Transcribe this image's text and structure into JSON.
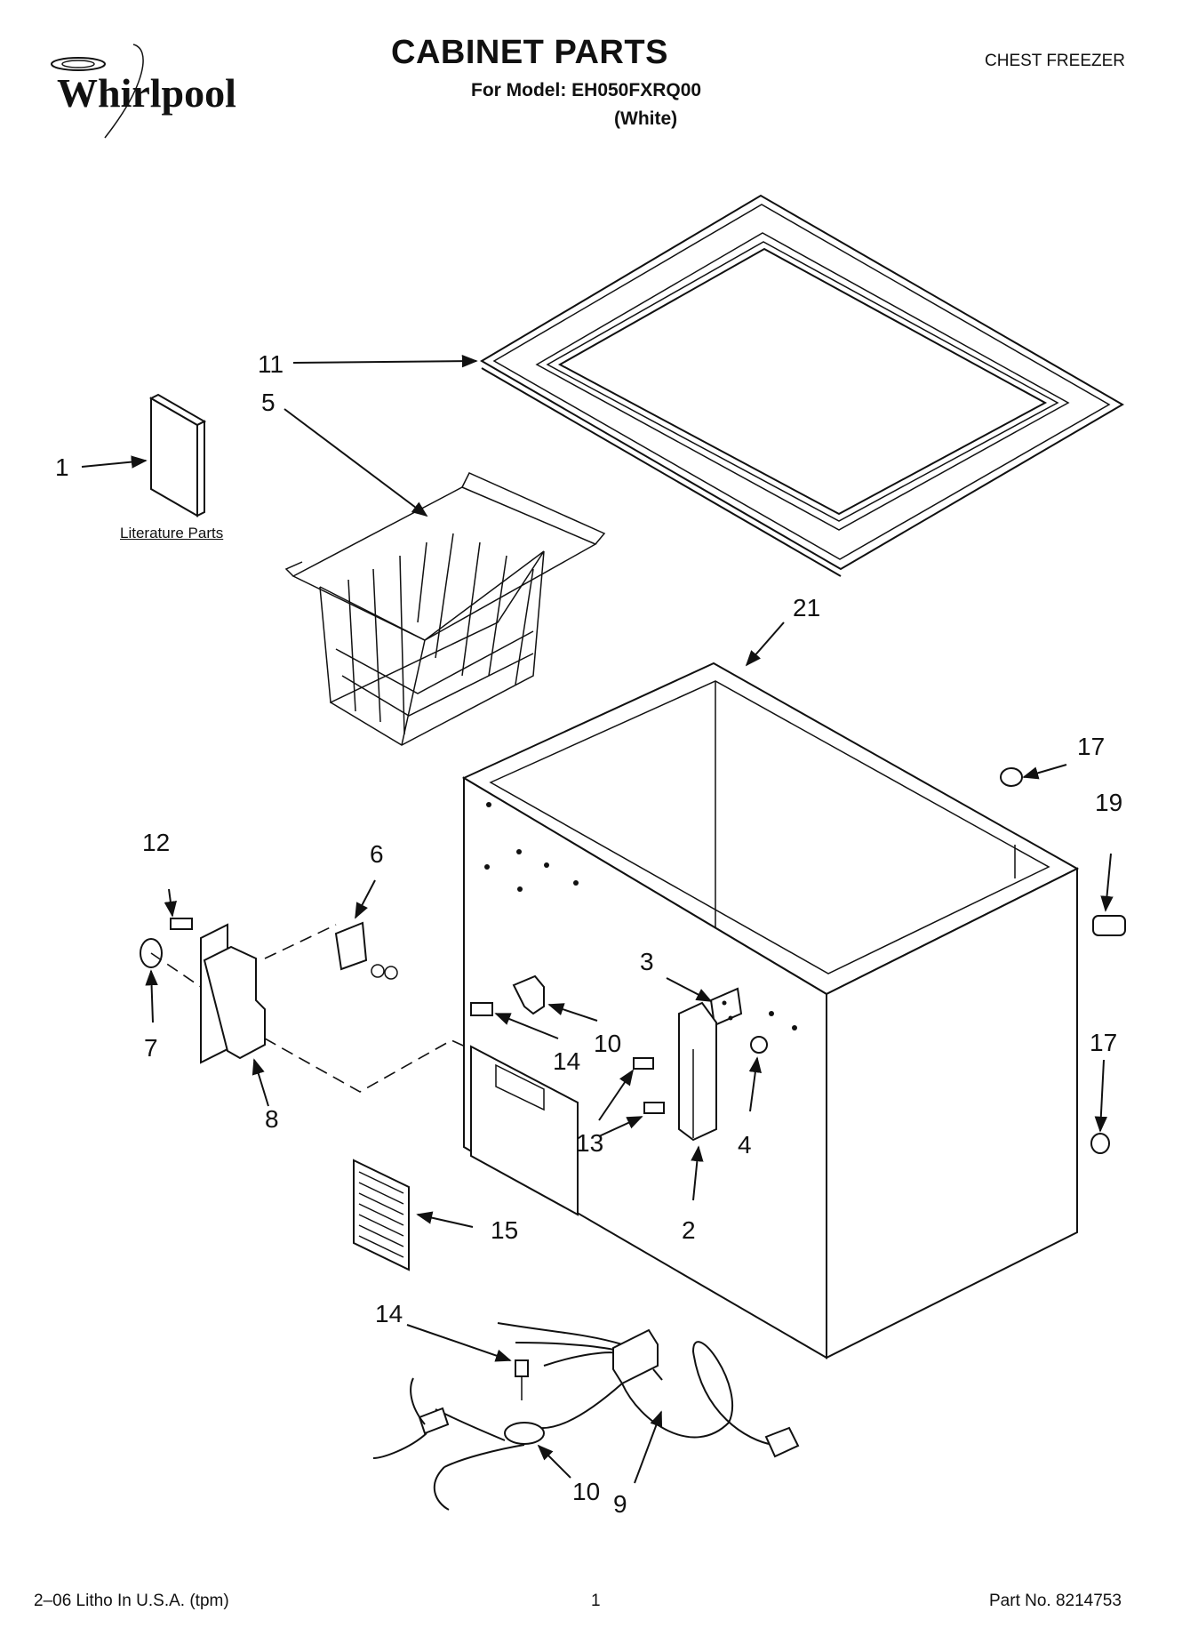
{
  "header": {
    "brand": "Whirlpool",
    "title": "CABINET PARTS",
    "model_line": "For Model: EH050FXRQ00",
    "color_line": "(White)",
    "appliance_type": "CHEST FREEZER"
  },
  "diagram": {
    "literature_label": "Literature Parts",
    "callouts": {
      "c1": "1",
      "c2": "2",
      "c3": "3",
      "c4": "4",
      "c5": "5",
      "c6": "6",
      "c7": "7",
      "c8": "8",
      "c9": "9",
      "c10a": "10",
      "c10b": "10",
      "c11": "11",
      "c12": "12",
      "c13": "13",
      "c14a": "14",
      "c14b": "14",
      "c15": "15",
      "c17a": "17",
      "c17b": "17",
      "c19": "19",
      "c21": "21"
    }
  },
  "footer": {
    "litho": "2–06 Litho In U.S.A. (tpm)",
    "page_number": "1",
    "part_number": "Part No. 8214753"
  }
}
